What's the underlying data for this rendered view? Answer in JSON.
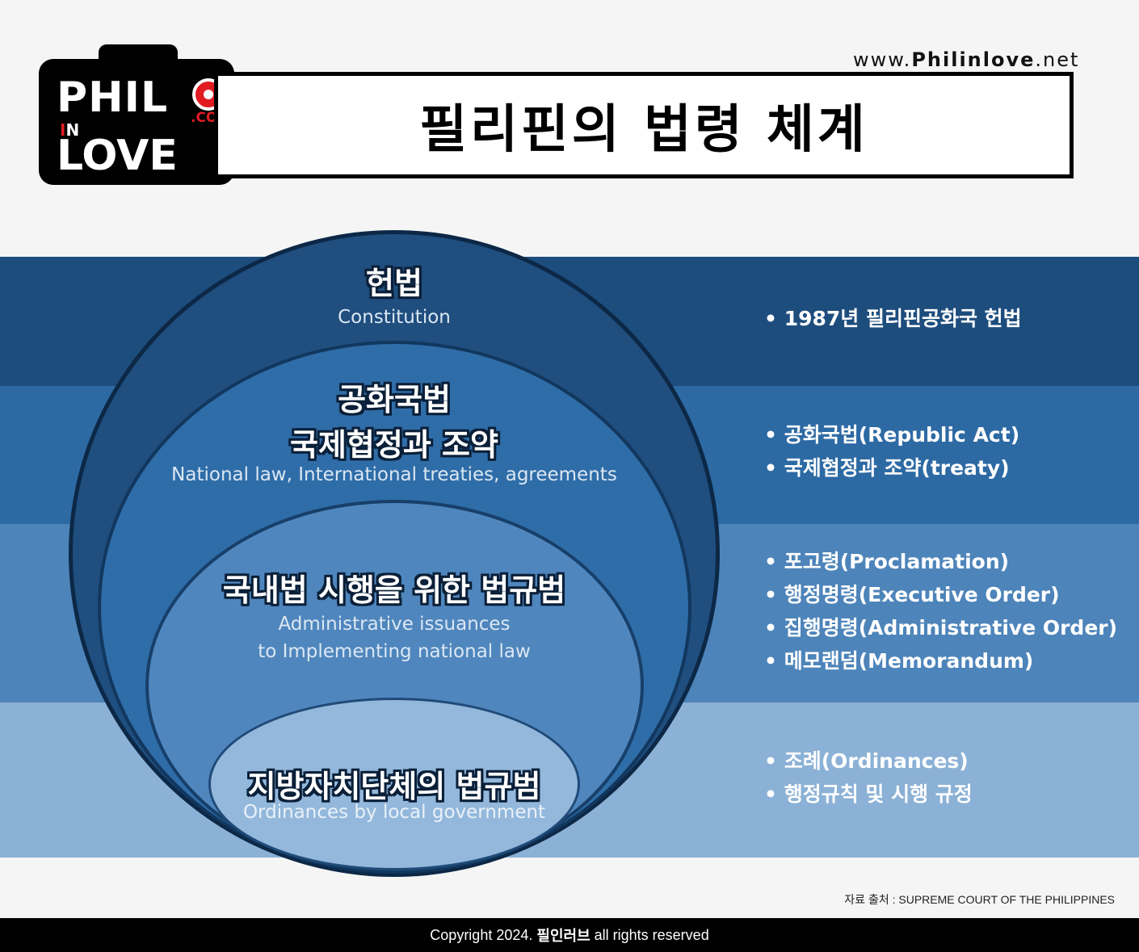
{
  "header": {
    "url_prefix": "www.",
    "url_brand": "Philinlove",
    "url_suffix": ".net",
    "title": "필리핀의 법령 체계"
  },
  "logo": {
    "line1": "PHIL",
    "in_letter1": "I",
    "in_letter2": "N",
    "line3": "LOVE",
    "com": ".COM"
  },
  "levels": [
    {
      "ko": [
        "헌법"
      ],
      "en": [
        "Constitution"
      ],
      "items": [
        "1987년 필리핀공화국 헌법"
      ]
    },
    {
      "ko": [
        "공화국법",
        "국제협정과 조약"
      ],
      "en": [
        "National law, International treaties, agreements"
      ],
      "items": [
        "공화국법(Republic Act)",
        "국제협정과 조약(treaty)"
      ]
    },
    {
      "ko": [
        "국내법 시행을 위한 법규범"
      ],
      "en": [
        "Administrative issuances",
        "to Implementing national law"
      ],
      "items": [
        "포고령(Proclamation)",
        "행정명령(Executive Order)",
        "집행명령(Administrative Order)",
        "메모랜덤(Memorandum)"
      ]
    },
    {
      "ko": [
        "지방자치단체의 법규범"
      ],
      "en": [
        "Ordinances by local government"
      ],
      "items": [
        "조례(Ordinances)",
        "행정규칙 및 시행 규정"
      ]
    }
  ],
  "source": "자료 출처 : SUPREME COURT OF THE PHILIPPINES",
  "footer": {
    "prefix": "Copyright 2024.",
    "brand": "필인러브",
    "suffix": "all rights reserved"
  },
  "colors": {
    "band_1": "#1d4d7d",
    "band_2": "#2d6aa4",
    "band_3": "#4d84ba",
    "band_4": "#8bb1d6",
    "logo_red": "#e21b23"
  }
}
